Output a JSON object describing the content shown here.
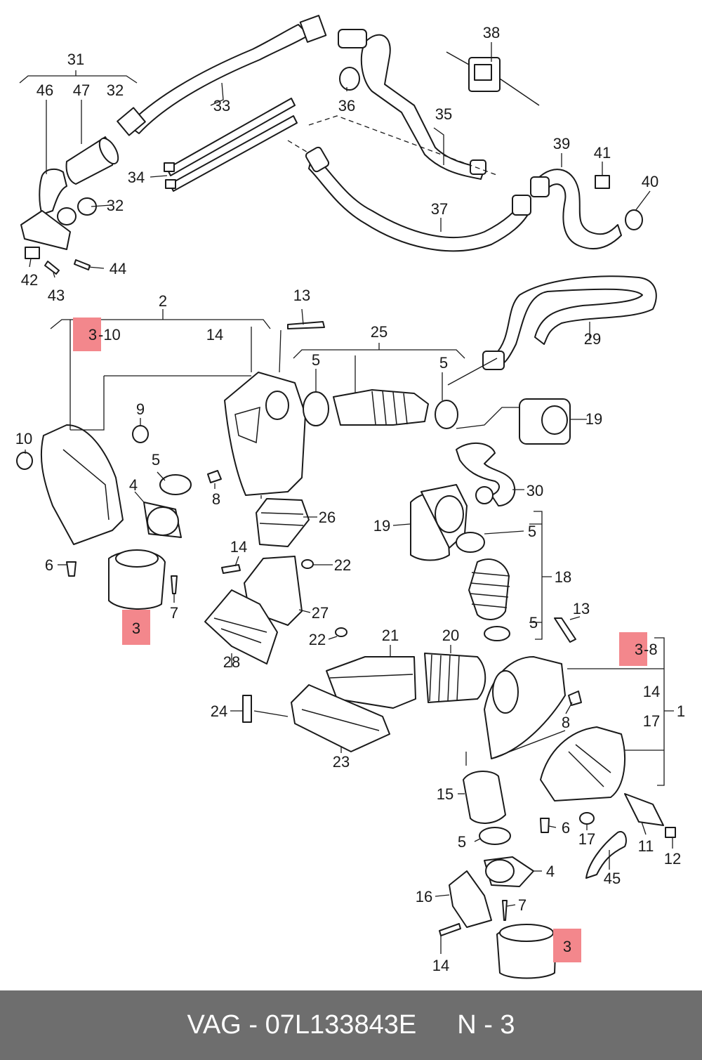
{
  "callouts": {
    "c31": "31",
    "c46": "46",
    "c47": "47",
    "c32a": "32",
    "c33": "33",
    "c36": "36",
    "c38": "38",
    "c35": "35",
    "c32b": "32",
    "c34": "34",
    "c39": "39",
    "c41": "41",
    "c40": "40",
    "c37": "37",
    "c42": "42",
    "c43": "43",
    "c44": "44",
    "c2": "2",
    "c13a": "13",
    "c3_10_prefix": "3",
    "c3_10_suffix": "-10",
    "c14a": "14",
    "c25": "25",
    "c29": "29",
    "c5a": "5",
    "c5b": "5",
    "c19a": "19",
    "c10": "10",
    "c9": "9",
    "c5c": "5",
    "c8a": "8",
    "c4a": "4",
    "c30": "30",
    "c26": "26",
    "c19b": "19",
    "c5d": "5",
    "c6a": "6",
    "c14b": "14",
    "c22a": "22",
    "c18": "18",
    "c7a": "7",
    "c27": "27",
    "c3a": "3",
    "c5e": "5",
    "c13b": "13",
    "c22b": "22",
    "c21": "21",
    "c20": "20",
    "c3_8_prefix": "3",
    "c3_8_suffix": "-8",
    "c28": "28",
    "c14c": "14",
    "c1": "1",
    "c17a": "17",
    "c24": "24",
    "c8b": "8",
    "c23": "23",
    "c15": "15",
    "c6b": "6",
    "c17b": "17",
    "c11": "11",
    "c5f": "5",
    "c12": "12",
    "c45": "45",
    "c4b": "4",
    "c16": "16",
    "c7b": "7",
    "c14d": "14",
    "c3b": "3"
  },
  "footer": {
    "part_number": "VAG - 07L133843E",
    "page_ref": "N - 3"
  },
  "colors": {
    "highlight": "#f3878c",
    "footer_bg": "#6e6e6e",
    "line": "#1a1a1a"
  }
}
